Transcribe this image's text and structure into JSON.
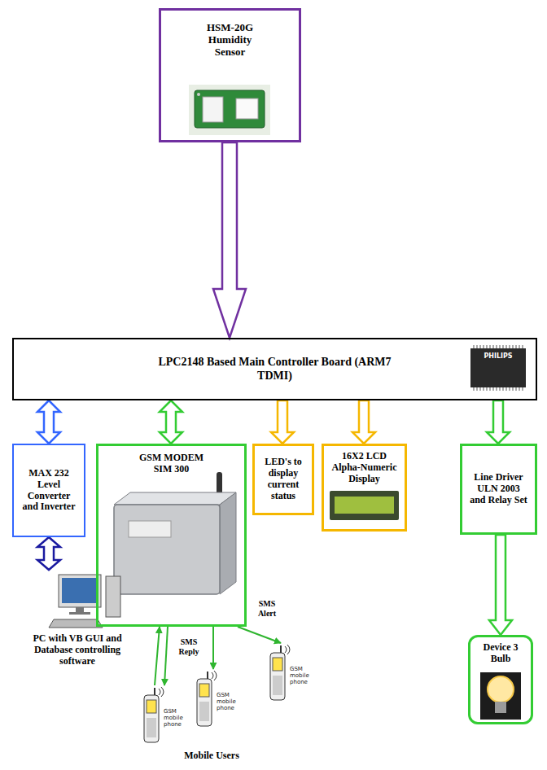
{
  "diagram": {
    "nodes": [
      {
        "text": [
          "HSM-20G Humidity Sensor"
        ]
      },
      {
        "text": [
          "LPC2148 Based Main Controller Board (ARM7 TDMI)"
        ]
      },
      {
        "text": [
          "MAX 232 Level Converter and Inverter"
        ]
      },
      {
        "text": [
          "GSM MODEM SIM 300"
        ]
      },
      {
        "text": [
          "LED's to display current status"
        ]
      },
      {
        "text": [
          "16X2 LCD Alpha-Numeric Display"
        ]
      },
      {
        "text": [
          "Line Driver ULN 2003 and Relay Set"
        ]
      },
      {
        "text": [
          "PC with VB GUI and Database controlling software"
        ]
      },
      {
        "text": [
          "GSM mobile phone"
        ]
      },
      {
        "text": [
          "GSM mobile phone"
        ]
      },
      {
        "text": [
          "GSM mobile phone"
        ]
      },
      {
        "text": [
          "Device 3 Bulb"
        ]
      }
    ],
    "edges": [
      {
        "from": 0,
        "to": 1,
        "arrow": "to"
      },
      {
        "from": 1,
        "to": 2,
        "arrow": "both"
      },
      {
        "from": 2,
        "to": 7,
        "arrow": "both"
      },
      {
        "from": 1,
        "to": 3,
        "arrow": "both"
      },
      {
        "from": 8,
        "to": 3,
        "arrow": "to",
        "label": "SMS Reply"
      },
      {
        "from": 3,
        "to": 8,
        "arrow": "to"
      },
      {
        "from": 3,
        "to": 9,
        "arrow": "to"
      },
      {
        "from": 3,
        "to": 10,
        "arrow": "to",
        "label": "SMS Alert"
      },
      {
        "from": 1,
        "to": 4,
        "arrow": "to"
      },
      {
        "from": 1,
        "to": 5,
        "arrow": "to"
      },
      {
        "from": 1,
        "to": 6,
        "arrow": "to"
      },
      {
        "from": 6,
        "to": 11,
        "arrow": "to"
      }
    ],
    "labels": [
      "PHILIPS",
      "Mobile Users"
    ]
  }
}
